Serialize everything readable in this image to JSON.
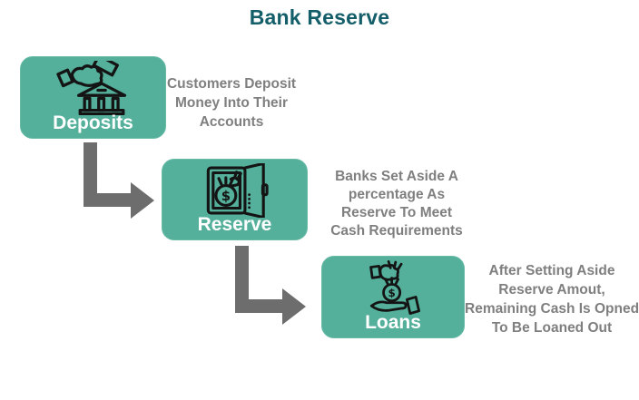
{
  "title": "Bank Reserve",
  "colors": {
    "title_teal": "#135E69",
    "box_green": "#54B09B",
    "box_border_green": "#68BAA7",
    "arrow_gray": "#6D6D6D",
    "desc_gray": "#7F7F7F",
    "label_white": "#FFFFFF",
    "icon_black": "#141414",
    "background": "#FFFFFF"
  },
  "steps": [
    {
      "label": "Deposits",
      "icon": "bank-deposit-icon",
      "description": "Customers Deposit Money Into Their Accounts",
      "description_lines": [
        "Customers Deposit",
        "Money Into Their",
        "Accounts"
      ]
    },
    {
      "label": "Reserve",
      "icon": "safe-reserve-icon",
      "description": "Banks Set Aside A percentage As Reserve To Meet Cash Requirements",
      "description_lines": [
        "Banks Set Aside A",
        "percentage As",
        "Reserve To Meet",
        "Cash Requirements"
      ]
    },
    {
      "label": "Loans",
      "icon": "loan-hand-icon",
      "description": "After Setting Aside Reserve Amout, Remaining Cash Is Opned To Be Loaned Out",
      "description_lines": [
        "After Setting Aside",
        "Reserve Amout,",
        "Remaining Cash Is Opned",
        "To Be Loaned Out"
      ]
    }
  ]
}
